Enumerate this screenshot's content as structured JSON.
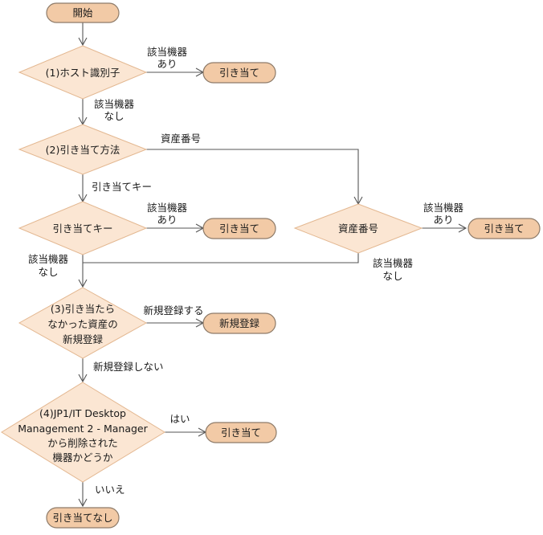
{
  "nodes": {
    "start": "開始",
    "host_id": "(1)ホスト識別子",
    "assign1": "引き当て",
    "method": "(2)引き当て方法",
    "key": "引き当てキー",
    "assign2": "引き当て",
    "asset_no": "資産番号",
    "assign3": "引き当て",
    "register_q": [
      "(3)引き当たら",
      "なかった資産の",
      "新規登録"
    ],
    "new_reg": "新規登録",
    "jp1_q": [
      "(4)JP1/IT Desktop",
      "Management 2 - Manager",
      "から削除された",
      "機器かどうか"
    ],
    "assign4": "引き当て",
    "no_assign": "引き当てなし"
  },
  "edge_labels": {
    "found": [
      "該当機器",
      "あり"
    ],
    "not_found": [
      "該当機器",
      "なし"
    ],
    "asset_no": "資産番号",
    "key": "引き当てキー",
    "register": "新規登録する",
    "no_register": "新規登録しない",
    "yes": "はい",
    "no": "いいえ"
  }
}
